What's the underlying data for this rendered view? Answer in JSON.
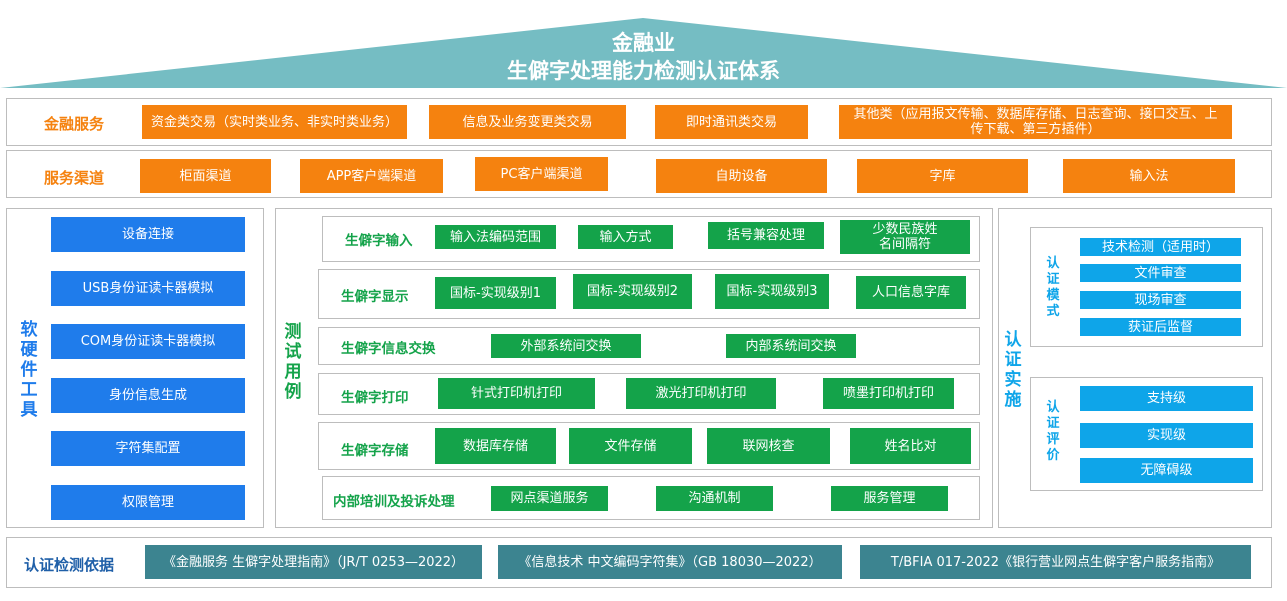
{
  "header": {
    "line1": "金融业",
    "line2": "生僻字处理能力检测认证体系",
    "roof_color": "#75BDC3"
  },
  "finance_services": {
    "label": "金融服务",
    "items": [
      "资金类交易（实时类业务、非实时类业务）",
      "信息及业务变更类交易",
      "即时通讯类交易",
      "其他类（应用报文传输、数据库存储、日志查询、接口交互、上传下载、第三方插件）"
    ]
  },
  "service_channels": {
    "label": "服务渠道",
    "items": [
      "柜面渠道",
      "APP客户端渠道",
      "PC客户端渠道",
      "自助设备",
      "字库",
      "输入法"
    ]
  },
  "hw_sw_tools": {
    "label": "软硬件工具",
    "items": [
      "设备连接",
      "USB身份证读卡器模拟",
      "COM身份证读卡器模拟",
      "身份信息生成",
      "字符集配置",
      "权限管理"
    ]
  },
  "test_cases": {
    "label": "测试用例",
    "rows": [
      {
        "label": "生僻字输入",
        "items": [
          "输入法编码范围",
          "输入方式",
          "括号兼容处理",
          "少数民族姓名间隔符"
        ]
      },
      {
        "label": "生僻字显示",
        "items": [
          "国标-实现级别1",
          "国标-实现级别2",
          "国标-实现级别3",
          "人口信息字库"
        ]
      },
      {
        "label": "生僻字信息交换",
        "items": [
          "外部系统间交换",
          "内部系统间交换"
        ]
      },
      {
        "label": "生僻字打印",
        "items": [
          "针式打印机打印",
          "激光打印机打印",
          "喷墨打印机打印"
        ]
      },
      {
        "label": "生僻字存储",
        "items": [
          "数据库存储",
          "文件存储",
          "联网核查",
          "姓名比对"
        ]
      },
      {
        "label": "内部培训及投诉处理",
        "items": [
          "网点渠道服务",
          "沟通机制",
          "服务管理"
        ]
      }
    ]
  },
  "certification": {
    "label": "认证实施",
    "mode": {
      "label": "认证模式",
      "items": [
        "技术检测（适用时）",
        "文件审查",
        "现场审查",
        "获证后监督"
      ]
    },
    "evaluation": {
      "label": "认证评价",
      "items": [
        "支持级",
        "实现级",
        "无障碍级"
      ]
    }
  },
  "basis": {
    "label": "认证检测依据",
    "items": [
      "《金融服务 生僻字处理指南》（JR/T 0253—2022）",
      "《信息技术 中文编码字符集》（GB 18030—2022）",
      "T/BFIA 017-2022《银行营业网点生僻字客户服务指南》"
    ]
  }
}
